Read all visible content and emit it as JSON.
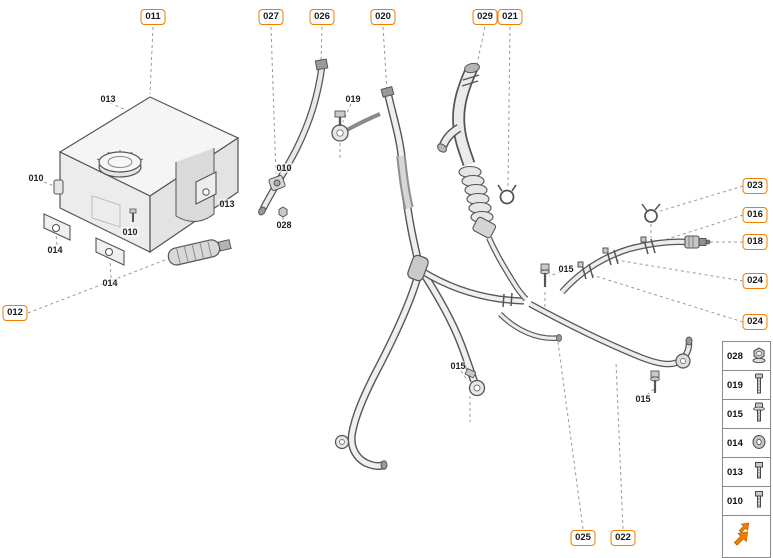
{
  "diagram": {
    "accent_color": "#f07d00",
    "line_color": "#555555",
    "leader_color": "#9a9a9a",
    "part_fill": "#efefef"
  },
  "callouts": [
    {
      "id": "011"
    },
    {
      "id": "027"
    },
    {
      "id": "026"
    },
    {
      "id": "020"
    },
    {
      "id": "029"
    },
    {
      "id": "021"
    },
    {
      "id": "023"
    },
    {
      "id": "016"
    },
    {
      "id": "018"
    },
    {
      "id": "024"
    },
    {
      "id": "024"
    },
    {
      "id": "012"
    },
    {
      "id": "025"
    },
    {
      "id": "022"
    }
  ],
  "part_labels": [
    {
      "id": "013"
    },
    {
      "id": "010"
    },
    {
      "id": "014"
    },
    {
      "id": "010"
    },
    {
      "id": "014"
    },
    {
      "id": "013"
    },
    {
      "id": "010"
    },
    {
      "id": "028"
    },
    {
      "id": "019"
    },
    {
      "id": "015"
    },
    {
      "id": "015"
    },
    {
      "id": "015"
    }
  ],
  "legend": {
    "rows": [
      {
        "id": "028",
        "icon": "nut-icon"
      },
      {
        "id": "019",
        "icon": "long-bolt-icon"
      },
      {
        "id": "015",
        "icon": "bolt-washer-icon"
      },
      {
        "id": "014",
        "icon": "seal-grommet-icon"
      },
      {
        "id": "013",
        "icon": "screw-icon"
      },
      {
        "id": "010",
        "icon": "screw-icon"
      }
    ],
    "footer_icon": "thumbnail-arrows-icon"
  }
}
